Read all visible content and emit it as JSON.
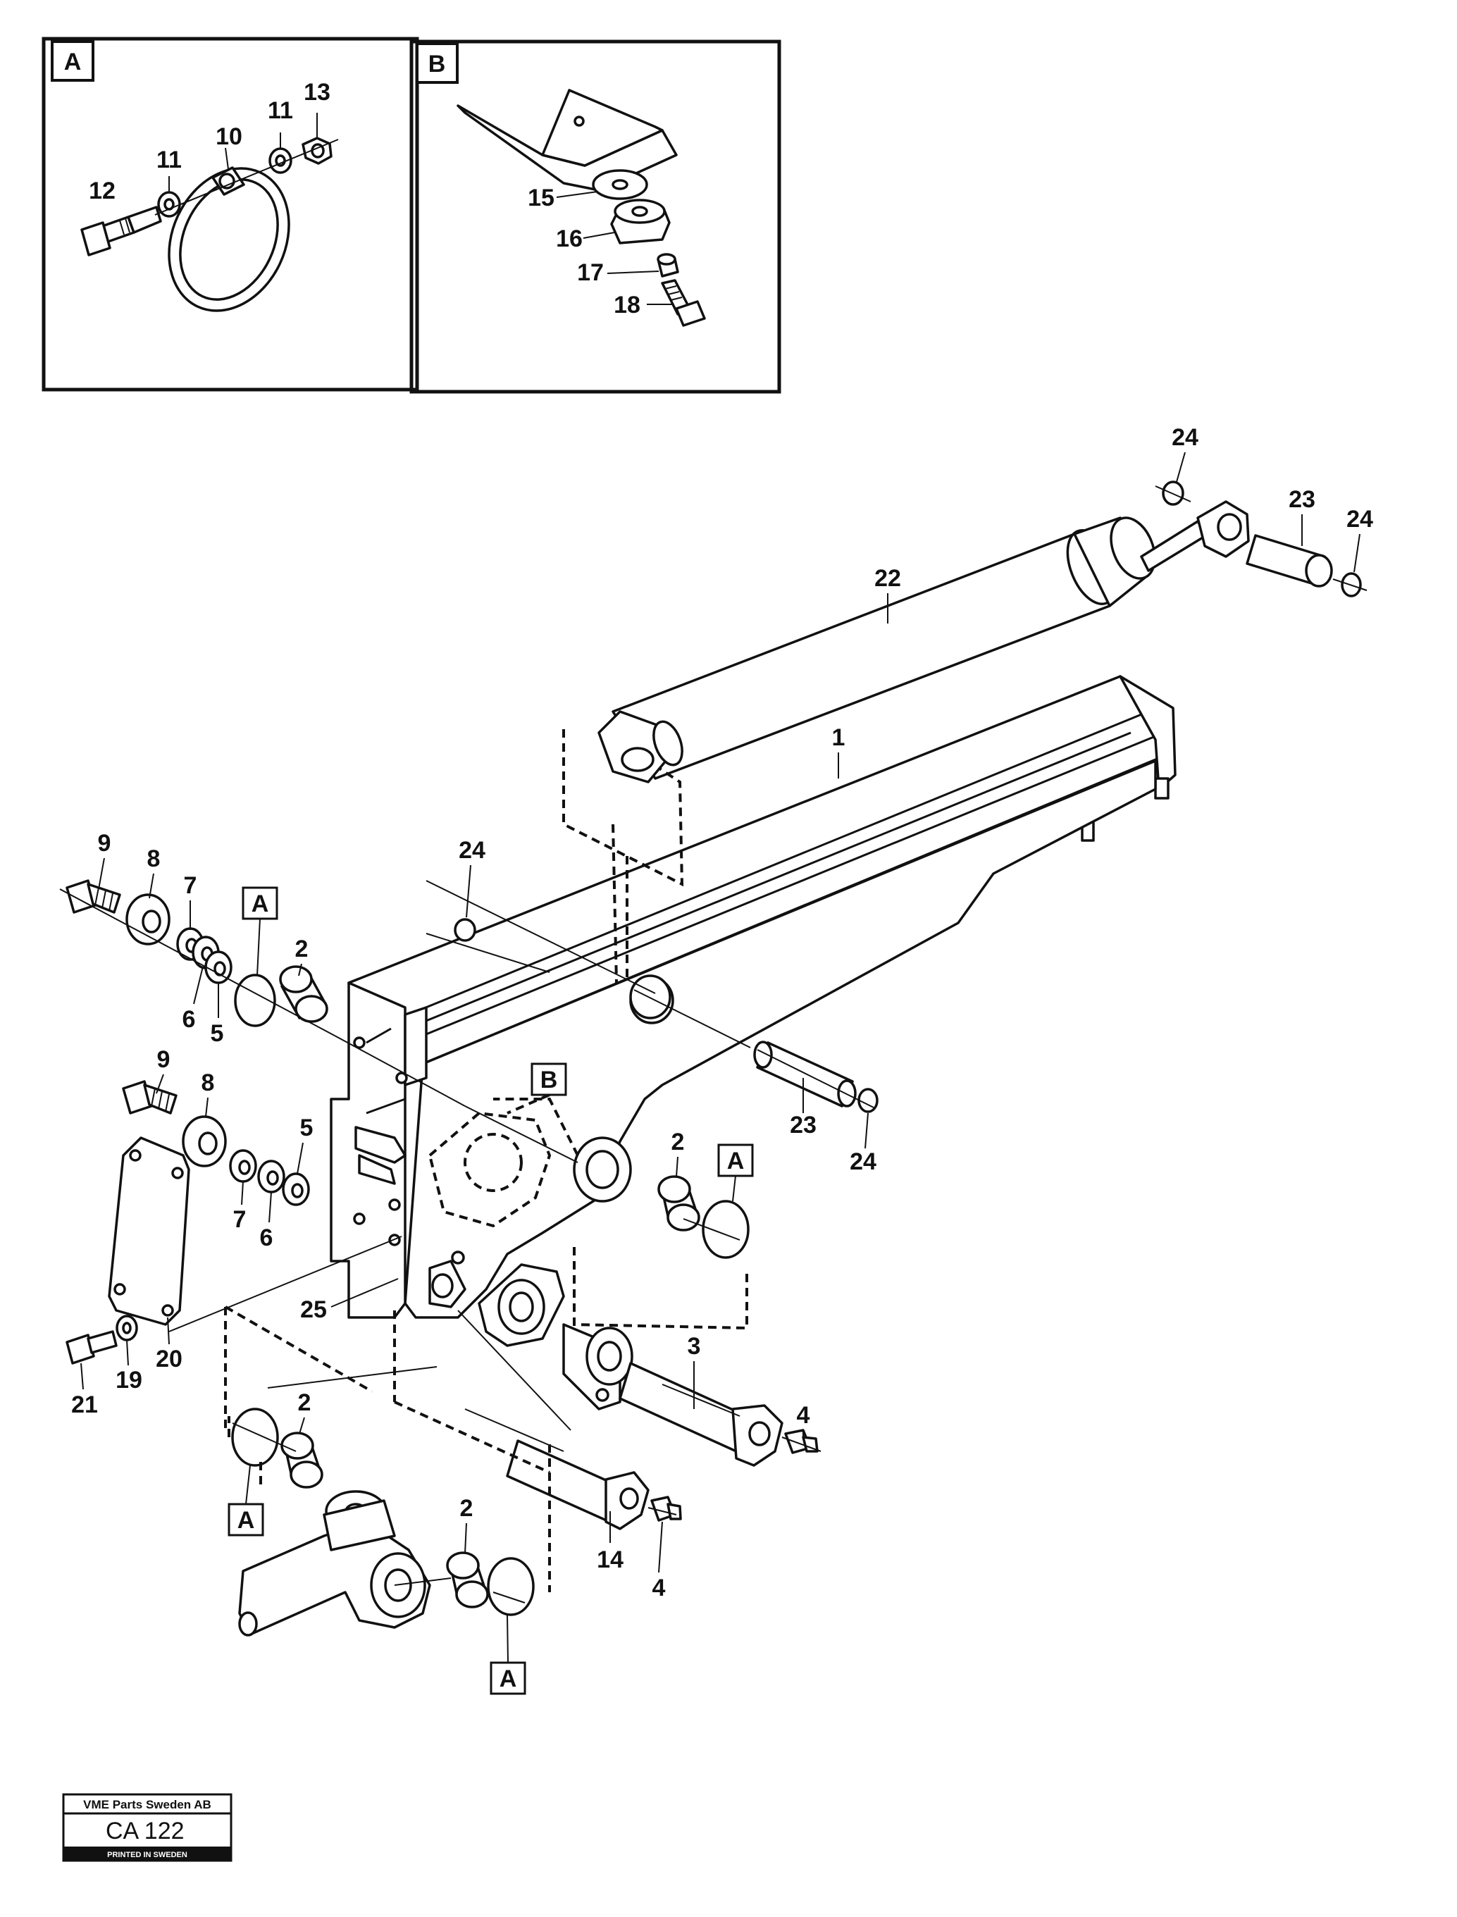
{
  "inset_a": {
    "letter": "A",
    "items": [
      "12",
      "11",
      "10",
      "11",
      "13"
    ]
  },
  "inset_b": {
    "letter": "B",
    "items": [
      "15",
      "16",
      "17",
      "18"
    ]
  },
  "callouts": {
    "c1": "1",
    "c22": "22",
    "c24a": "24",
    "c23a": "23",
    "c24b": "24",
    "c24c": "24",
    "c23b": "23",
    "c24d": "24",
    "c9a": "9",
    "c8a": "8",
    "c7a": "7",
    "c6a": "6",
    "c5a": "5",
    "c2a": "2",
    "c9b": "9",
    "c8b": "8",
    "c7b": "7",
    "c6b": "6",
    "c5b": "5",
    "c2b": "2",
    "c25": "25",
    "c21": "21",
    "c19": "19",
    "c20": "20",
    "c2c": "2",
    "c2d": "2",
    "c3": "3",
    "c4a": "4",
    "c14": "14",
    "c4b": "4"
  },
  "refboxes": {
    "a1": "A",
    "b1": "B",
    "a2": "A",
    "a3": "A",
    "a4": "A"
  },
  "stamp": {
    "company": "VME Parts Sweden AB",
    "code": "CA 122",
    "printed": "PRINTED IN SWEDEN"
  }
}
